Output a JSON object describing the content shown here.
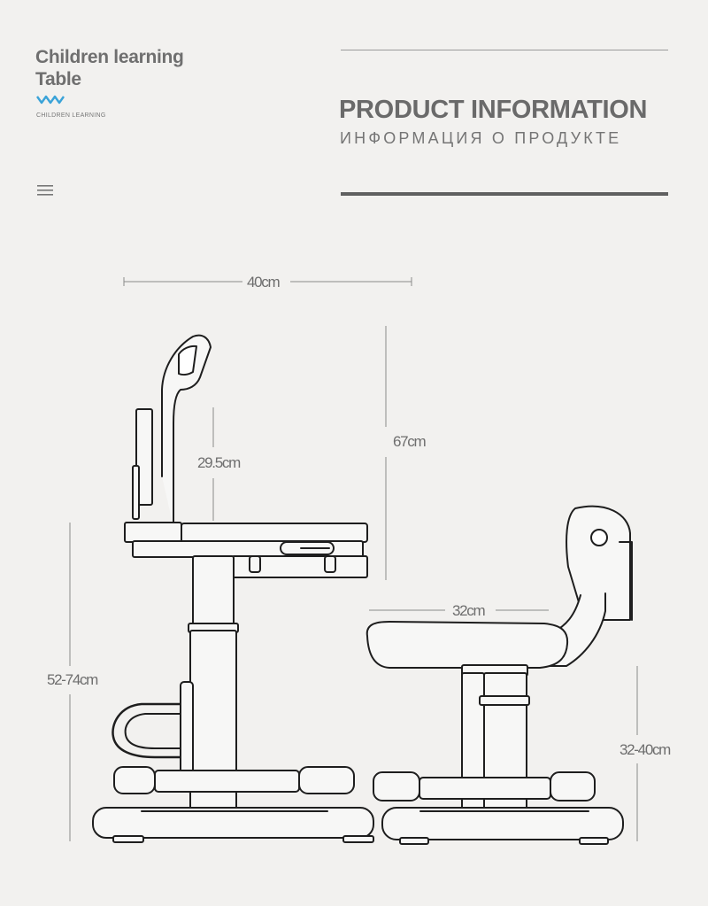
{
  "brand": {
    "title": "Children learning Table",
    "subtitle": "CHILDREN LEARNING",
    "logo_icon": "wave-logo-icon",
    "accent_color": "#3aa3d8"
  },
  "header": {
    "title": "PRODUCT INFORMATION",
    "title_ru": "ИНФОРМАЦИЯ О ПРОДУКТЕ",
    "menu_icon": "hamburger-menu-icon"
  },
  "dimensions": {
    "desk_width": "40cm",
    "lamp_height": "29.5cm",
    "total_height": "67cm",
    "desk_height": "52-74cm",
    "seat_width": "32cm",
    "seat_height": "32-40cm"
  }
}
